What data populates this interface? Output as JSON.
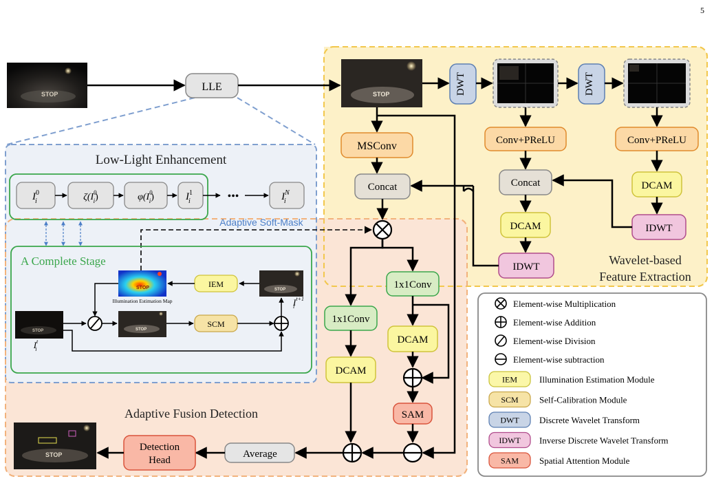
{
  "page_number": "5",
  "nodes": {
    "lle": "LLE",
    "msconv": "MSConv",
    "concat_main": "Concat",
    "concat_wave": "Concat",
    "dwt1": "DWT",
    "dwt2": "DWT",
    "conv_prelu1": "Conv+PReLU",
    "conv_prelu2": "Conv+PReLU",
    "dcam_wave1": "DCAM",
    "dcam_wave2": "DCAM",
    "idwt1": "IDWT",
    "idwt2": "IDWT",
    "conv1x1_a": "1x1Conv",
    "conv1x1_b": "1x1Conv",
    "dcam_a": "DCAM",
    "dcam_b": "DCAM",
    "sam": "SAM",
    "average": "Average",
    "detection_head_line1": "Detection",
    "detection_head_line2": "Head",
    "iem": "IEM",
    "scm": "SCM"
  },
  "regions": {
    "low_light_title": "Low-Light Enhancement",
    "complete_stage_title": "A Complete Stage",
    "adaptive_soft_mask": "Adaptive Soft-Mask",
    "illumination_map_caption": "Illumination Estimation Map",
    "wavelet_title_line1": "Wavelet-based",
    "wavelet_title_line2": "Feature Extraction",
    "fusion_title": "Adaptive Fusion Detection"
  },
  "stage_chain": {
    "i0": "I",
    "zeta": "ζ(I",
    "phi": "φ(I",
    "i1": "I",
    "dots": "•••",
    "iN": "I"
  },
  "math_labels": {
    "input_label": "I",
    "output_label": "I"
  },
  "legend": {
    "ops": [
      {
        "symbol": "mult",
        "text": "Element-wise Multiplication"
      },
      {
        "symbol": "add",
        "text": "Element-wise Addition"
      },
      {
        "symbol": "div",
        "text": "Element-wise Division"
      },
      {
        "symbol": "sub",
        "text": "Element-wise subtraction"
      }
    ],
    "modules": [
      {
        "abbr": "IEM",
        "text": "Illumination Estimation Module",
        "fill": "#fbf7a8",
        "stroke": "#c9c23a"
      },
      {
        "abbr": "SCM",
        "text": "Self-Calibration Module",
        "fill": "#f6e3a6",
        "stroke": "#c9a74a"
      },
      {
        "abbr": "DWT",
        "text": "Discrete Wavelet Transform",
        "fill": "#c8d4e6",
        "stroke": "#5c7fb2"
      },
      {
        "abbr": "IDWT",
        "text": "Inverse Discrete Wavelet Transform",
        "fill": "#f1c6de",
        "stroke": "#b04c8c"
      },
      {
        "abbr": "SAM",
        "text": "Spatial Attention Module",
        "fill": "#f9b8a6",
        "stroke": "#d9533b"
      }
    ]
  },
  "colors": {
    "wavelet_region": "#fdf1c8",
    "wavelet_border": "#f2c74b",
    "fusion_region": "#fbe5d6",
    "fusion_border": "#f2b27c",
    "lle_region": "#edf1f7",
    "lle_border": "#7f9fcf",
    "stage_border": "#3aa64b",
    "dashed_blue": "#4c7fc8"
  }
}
